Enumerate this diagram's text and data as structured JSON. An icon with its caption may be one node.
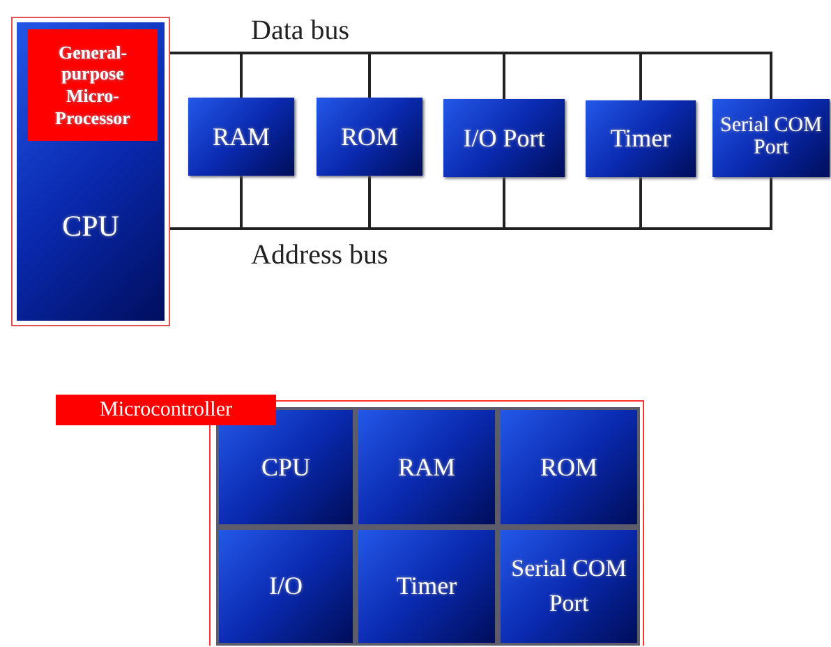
{
  "diagram": {
    "nodes": [
      {
        "text": [
          "CPU"
        ]
      },
      {
        "text": [
          "General-purpose Micro-Processor"
        ],
        "in": 0
      },
      {
        "text": [
          "RAM"
        ]
      },
      {
        "text": [
          "ROM"
        ]
      },
      {
        "text": [
          "I/O Port"
        ]
      },
      {
        "text": [
          "Timer"
        ]
      },
      {
        "text": [
          "Serial COM Port"
        ]
      },
      {
        "text": [
          "Microcontroller"
        ]
      },
      {
        "text": [
          "CPU"
        ],
        "in": 7
      },
      {
        "text": [
          "RAM"
        ],
        "in": 7
      },
      {
        "text": [
          "ROM"
        ],
        "in": 7
      },
      {
        "text": [
          "I/O"
        ],
        "in": 7
      },
      {
        "text": [
          "Timer"
        ],
        "in": 7
      },
      {
        "text": [
          "Serial COM Port"
        ],
        "in": 7
      }
    ],
    "edges": [
      {
        "from": 0,
        "to": 2,
        "arrow": "none"
      },
      {
        "from": 0,
        "to": 3,
        "arrow": "none"
      },
      {
        "from": 0,
        "to": 4,
        "arrow": "none"
      },
      {
        "from": 0,
        "to": 5,
        "arrow": "none"
      },
      {
        "from": 0,
        "to": 6,
        "arrow": "none"
      },
      {
        "from": 0,
        "to": 2,
        "arrow": "none"
      },
      {
        "from": 0,
        "to": 3,
        "arrow": "none"
      },
      {
        "from": 0,
        "to": 4,
        "arrow": "none"
      },
      {
        "from": 0,
        "to": 5,
        "arrow": "none"
      },
      {
        "from": 0,
        "to": 6,
        "arrow": "none"
      }
    ],
    "labels": [
      "Data bus",
      "Address bus"
    ]
  }
}
